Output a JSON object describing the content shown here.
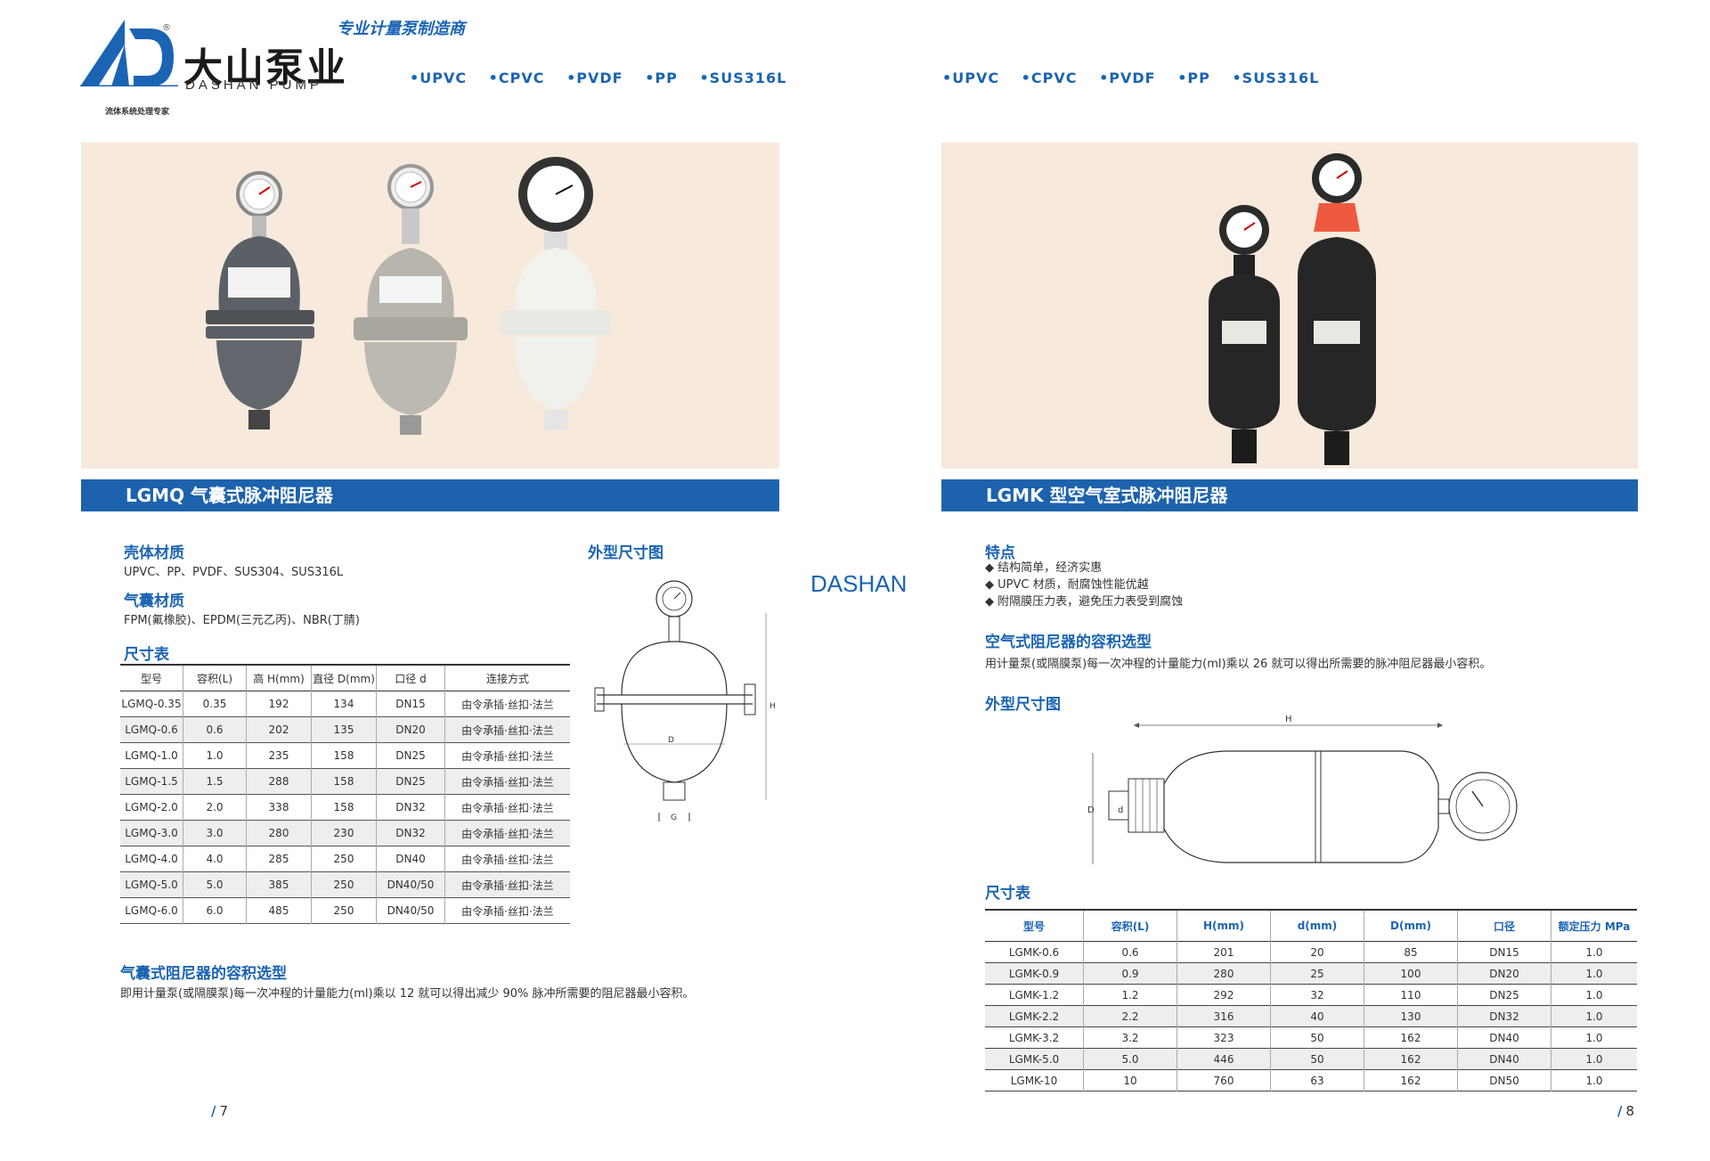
{
  "header": {
    "brand_cn": "大山泵业",
    "brand_en": "DASHAN PUMP",
    "registered": "®",
    "slogan": "专业计量泵制造商",
    "sub_tag": "流体系统处理专家",
    "materials": [
      "•UPVC",
      "•CPVC",
      "•PVDF",
      "•PP",
      "•SUS316L"
    ]
  },
  "watermark": "DASHAN",
  "left_page": {
    "banner": "LGMQ 气囊式脉冲阻尼器",
    "shell_title": "壳体材质",
    "shell_text": "UPVC、PP、PVDF、SUS304、SUS316L",
    "bladder_title": "气囊材质",
    "bladder_text": "FPM(氟橡胶)、EPDM(三元乙丙)、NBR(丁腈)",
    "size_title": "尺寸表",
    "outline_title": "外型尺寸图",
    "table": {
      "headers": [
        "型号",
        "容积(L)",
        "高 H(mm)",
        "直径 D(mm)",
        "口径 d",
        "连接方式"
      ],
      "rows": [
        [
          "LGMQ-0.35",
          "0.35",
          "192",
          "134",
          "DN15",
          "由令承插·丝扣·法兰"
        ],
        [
          "LGMQ-0.6",
          "0.6",
          "202",
          "135",
          "DN20",
          "由令承插·丝扣·法兰"
        ],
        [
          "LGMQ-1.0",
          "1.0",
          "235",
          "158",
          "DN25",
          "由令承插·丝扣·法兰"
        ],
        [
          "LGMQ-1.5",
          "1.5",
          "288",
          "158",
          "DN25",
          "由令承插·丝扣·法兰"
        ],
        [
          "LGMQ-2.0",
          "2.0",
          "338",
          "158",
          "DN32",
          "由令承插·丝扣·法兰"
        ],
        [
          "LGMQ-3.0",
          "3.0",
          "280",
          "230",
          "DN32",
          "由令承插·丝扣·法兰"
        ],
        [
          "LGMQ-4.0",
          "4.0",
          "285",
          "250",
          "DN40",
          "由令承插·丝扣·法兰"
        ],
        [
          "LGMQ-5.0",
          "5.0",
          "385",
          "250",
          "DN40/50",
          "由令承插·丝扣·法兰"
        ],
        [
          "LGMQ-6.0",
          "6.0",
          "485",
          "250",
          "DN40/50",
          "由令承插·丝扣·法兰"
        ]
      ]
    },
    "selection_title": "气囊式阻尼器的容积选型",
    "selection_text": "即用计量泵(或隔膜泵)每一次冲程的计量能力(ml)乘以 12 就可以得出减少 90% 脉冲所需要的阻尼器最小容积。",
    "page_number": "7",
    "diagram_labels": {
      "h": "H",
      "d": "D",
      "g": "G"
    }
  },
  "right_page": {
    "banner": "LGMK 型空气室式脉冲阻尼器",
    "features_title": "特点",
    "features": [
      "◆ 结构简单，经济实惠",
      "◆ UPVC 材质，耐腐蚀性能优越",
      "◆ 附隔膜压力表，避免压力表受到腐蚀"
    ],
    "selection_title": "空气式阻尼器的容积选型",
    "selection_text": "用计量泵(或隔膜泵)每一次冲程的计量能力(ml)乘以 26 就可以得出所需要的脉冲阻尼器最小容积。",
    "outline_title": "外型尺寸图",
    "size_title": "尺寸表",
    "diagram_labels": {
      "h": "H",
      "d_big": "D",
      "d_small": "d"
    },
    "table": {
      "headers": [
        "型号",
        "容积(L)",
        "H(mm)",
        "d(mm)",
        "D(mm)",
        "口径",
        "额定压力 MPa"
      ],
      "rows": [
        [
          "LGMK-0.6",
          "0.6",
          "201",
          "20",
          "85",
          "DN15",
          "1.0"
        ],
        [
          "LGMK-0.9",
          "0.9",
          "280",
          "25",
          "100",
          "DN20",
          "1.0"
        ],
        [
          "LGMK-1.2",
          "1.2",
          "292",
          "32",
          "110",
          "DN25",
          "1.0"
        ],
        [
          "LGMK-2.2",
          "2.2",
          "316",
          "40",
          "130",
          "DN32",
          "1.0"
        ],
        [
          "LGMK-3.2",
          "3.2",
          "323",
          "50",
          "162",
          "DN40",
          "1.0"
        ],
        [
          "LGMK-5.0",
          "5.0",
          "446",
          "50",
          "162",
          "DN40",
          "1.0"
        ],
        [
          "LGMK-10",
          "10",
          "760",
          "63",
          "162",
          "DN50",
          "1.0"
        ]
      ]
    },
    "page_number": "8"
  }
}
